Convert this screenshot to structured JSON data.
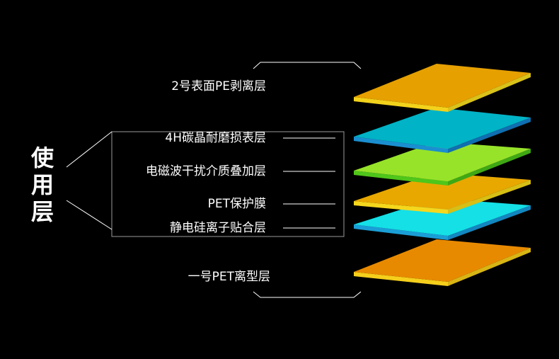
{
  "background_color": "#000000",
  "usage_group_title": [
    "使",
    "用",
    "层"
  ],
  "layers": [
    {
      "label": "2号表面PE剥离层",
      "top_color": "#e6a000",
      "edge_color": "#f3d21b",
      "side_color": "#d9c21a"
    },
    {
      "label": "4H碳晶耐磨损表层",
      "top_color": "#00b3c6",
      "edge_color": "#1a8fd0",
      "side_color": "#0f6fb0"
    },
    {
      "label": "电磁波干扰介质叠加层",
      "top_color": "#97e32a",
      "edge_color": "#4fc61a",
      "side_color": "#3fa814"
    },
    {
      "label": "PET保护膜",
      "top_color": "#e8a800",
      "edge_color": "#f5d71d",
      "side_color": "#d8bf14"
    },
    {
      "label": "静电硅离子贴合层",
      "top_color": "#14e0e6",
      "edge_color": "#1a9ed6",
      "side_color": "#1287c0"
    },
    {
      "label": "一号PET离型层",
      "top_color": "#e88a00",
      "edge_color": "#f5cf1b",
      "side_color": "#d8b514"
    }
  ]
}
